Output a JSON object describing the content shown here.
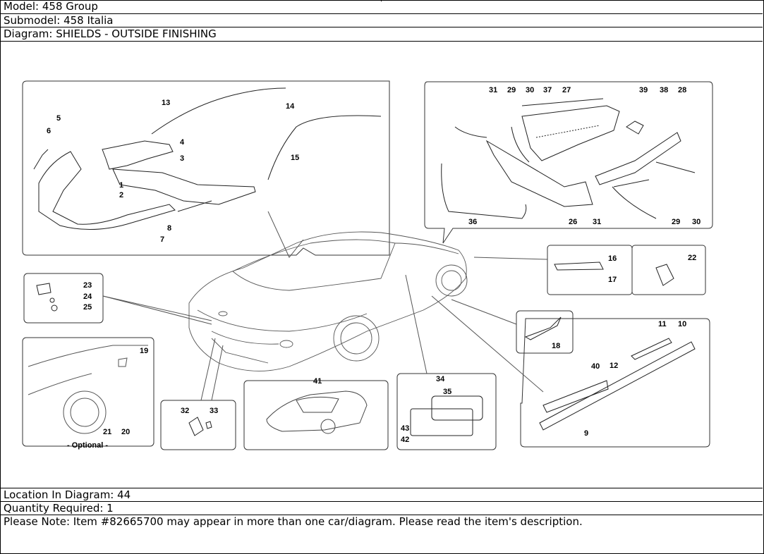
{
  "header": {
    "model": "Model: 458 Group",
    "submodel": "Submodel: 458 Italia",
    "diagram": "Diagram: SHIELDS - OUTSIDE FINISHING"
  },
  "footer": {
    "location": "Location In Diagram: 44",
    "quantity": "Quantity Required: 1",
    "note": "Please Note: Item #82665700 may appear in more than one car/diagram. Please read the item's description."
  },
  "diagram": {
    "part_numbers": [
      "1",
      "2",
      "3",
      "4",
      "5",
      "6",
      "7",
      "8",
      "13",
      "14",
      "15",
      "23",
      "24",
      "25",
      "31",
      "29",
      "30",
      "37",
      "27",
      "39",
      "38",
      "28",
      "36",
      "26",
      "31",
      "29",
      "30",
      "16",
      "17",
      "22",
      "18",
      "19",
      "21",
      "20",
      "41",
      "32",
      "33",
      "34",
      "35",
      "43",
      "42",
      "11",
      "10",
      "40",
      "12",
      "9"
    ],
    "optional_label": "- Optional -"
  },
  "colors": {
    "line": "#000000",
    "background": "#ffffff",
    "drawing": "#333333"
  }
}
